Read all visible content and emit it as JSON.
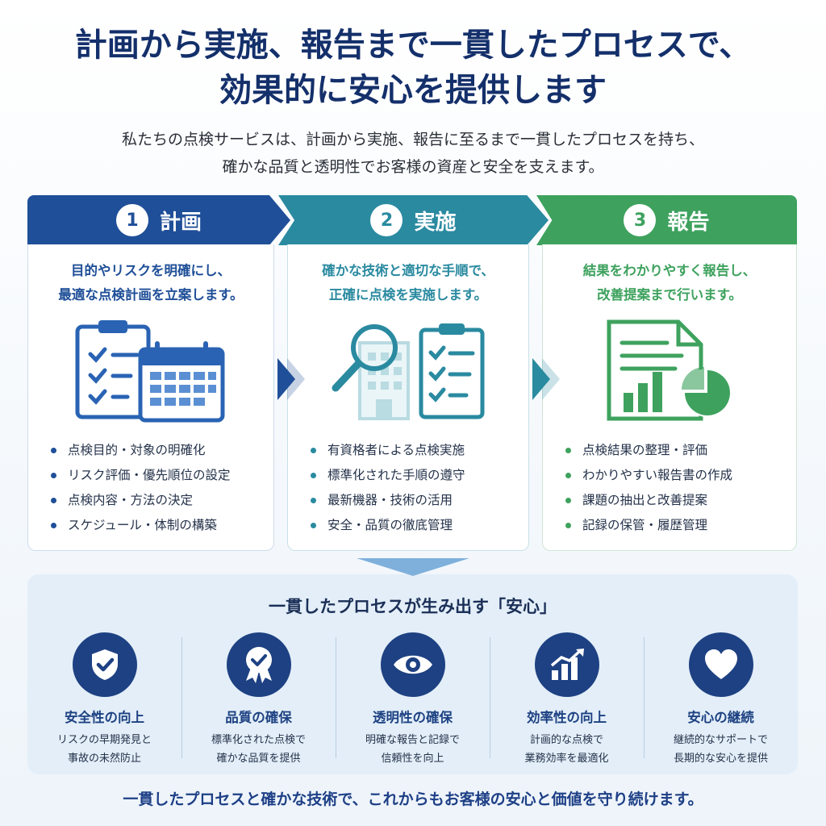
{
  "header": {
    "title_line1": "計画から実施、報告まで一貫したプロセスで、",
    "title_line2": "効果的に安心を提供します"
  },
  "intro": {
    "line1": "私たちの点検サービスは、計画から実施、報告に至るまで一貫したプロセスを持ち、",
    "line2": "確かな品質と透明性でお客様の資産と安全を支えます。"
  },
  "steps": [
    {
      "number": "1",
      "label": "計画",
      "color": "#1f4f98",
      "desc_line1": "目的やリスクを明確にし、",
      "desc_line2": "最適な点検計画を立案します。",
      "icon": "clipboard-calendar-icon",
      "items": [
        "点検目的・対象の明確化",
        "リスク評価・優先順位の設定",
        "点検内容・方法の決定",
        "スケジュール・体制の構築"
      ]
    },
    {
      "number": "2",
      "label": "実施",
      "color": "#2a8aa0",
      "desc_line1": "確かな技術と適切な手順で、",
      "desc_line2": "正確に点検を実施します。",
      "icon": "magnifier-checklist-icon",
      "items": [
        "有資格者による点検実施",
        "標準化された手順の遵守",
        "最新機器・技術の活用",
        "安全・品質の徹底管理"
      ]
    },
    {
      "number": "3",
      "label": "報告",
      "color": "#3ea25e",
      "desc_line1": "結果をわかりやすく報告し、",
      "desc_line2": "改善提案まで行います。",
      "icon": "report-chart-icon",
      "items": [
        "点検結果の整理・評価",
        "わかりやすい報告書の作成",
        "課題の抽出と改善提案",
        "記録の保管・履歴管理"
      ]
    }
  ],
  "benefits_section": {
    "title": "一貫したプロセスが生み出す「安心」",
    "items": [
      {
        "icon": "shield-check-icon",
        "title": "安全性の向上",
        "line1": "リスクの早期発見と",
        "line2": "事故の未然防止"
      },
      {
        "icon": "award-badge-icon",
        "title": "品質の確保",
        "line1": "標準化された点検で",
        "line2": "確かな品質を提供"
      },
      {
        "icon": "eye-icon",
        "title": "透明性の確保",
        "line1": "明確な報告と記録で",
        "line2": "信頼性を向上"
      },
      {
        "icon": "growth-chart-icon",
        "title": "効率性の向上",
        "line1": "計画的な点検で",
        "line2": "業務効率を最適化"
      },
      {
        "icon": "heart-icon",
        "title": "安心の継続",
        "line1": "継続的なサポートで",
        "line2": "長期的な安心を提供"
      }
    ]
  },
  "footer": {
    "text": "一貫したプロセスと確かな技術で、これからもお客様の安心と価値を守り続けます。"
  }
}
